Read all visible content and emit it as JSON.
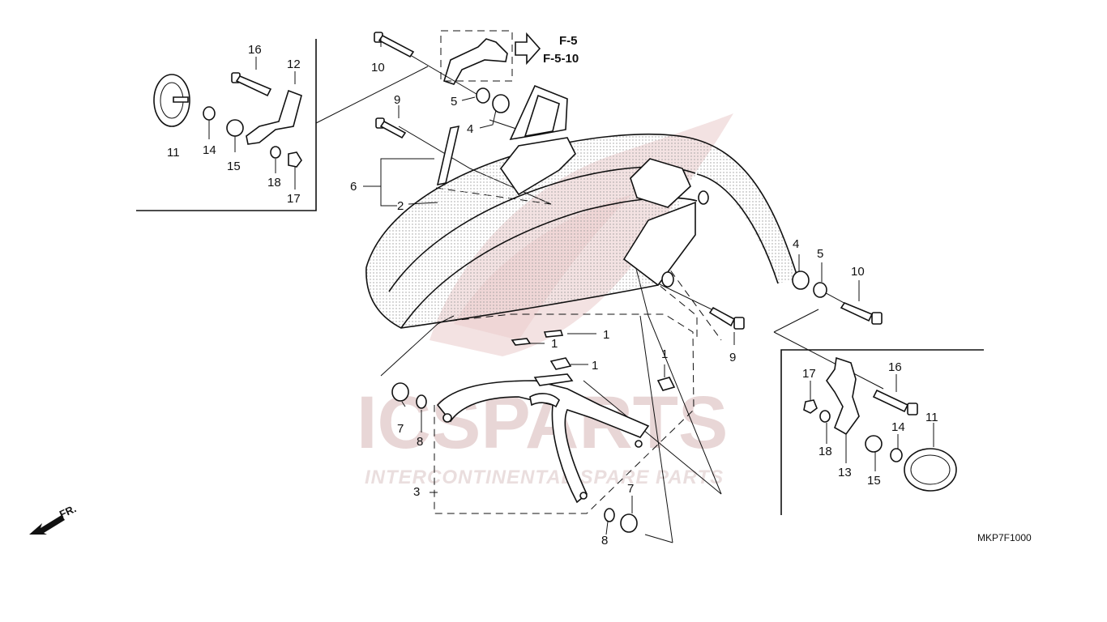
{
  "watermark": {
    "line1": "ICSPARTS",
    "line2": "INTERCONTINENTAL SPARE PARTS"
  },
  "reference": {
    "page": "F-5",
    "fig": "F-5-10"
  },
  "direction_label": "FR.",
  "diagram_code": "MKP7F1000",
  "colors": {
    "line": "#111111",
    "watermark": "#e3c8c8",
    "background": "#ffffff"
  },
  "callouts": {
    "c1a": "1",
    "c1b": "1",
    "c1c": "1",
    "c1d": "1",
    "c2": "2",
    "c3": "3",
    "c4a": "4",
    "c4b": "4",
    "c5a": "5",
    "c5b": "5",
    "c6": "6",
    "c7a": "7",
    "c7b": "7",
    "c8a": "8",
    "c8b": "8",
    "c9a": "9",
    "c9b": "9",
    "c10a": "10",
    "c10b": "10",
    "c11a": "11",
    "c11b": "11",
    "c12": "12",
    "c13": "13",
    "c14a": "14",
    "c14b": "14",
    "c15a": "15",
    "c15b": "15",
    "c16a": "16",
    "c16b": "16",
    "c17a": "17",
    "c17b": "17",
    "c18a": "18",
    "c18b": "18"
  }
}
